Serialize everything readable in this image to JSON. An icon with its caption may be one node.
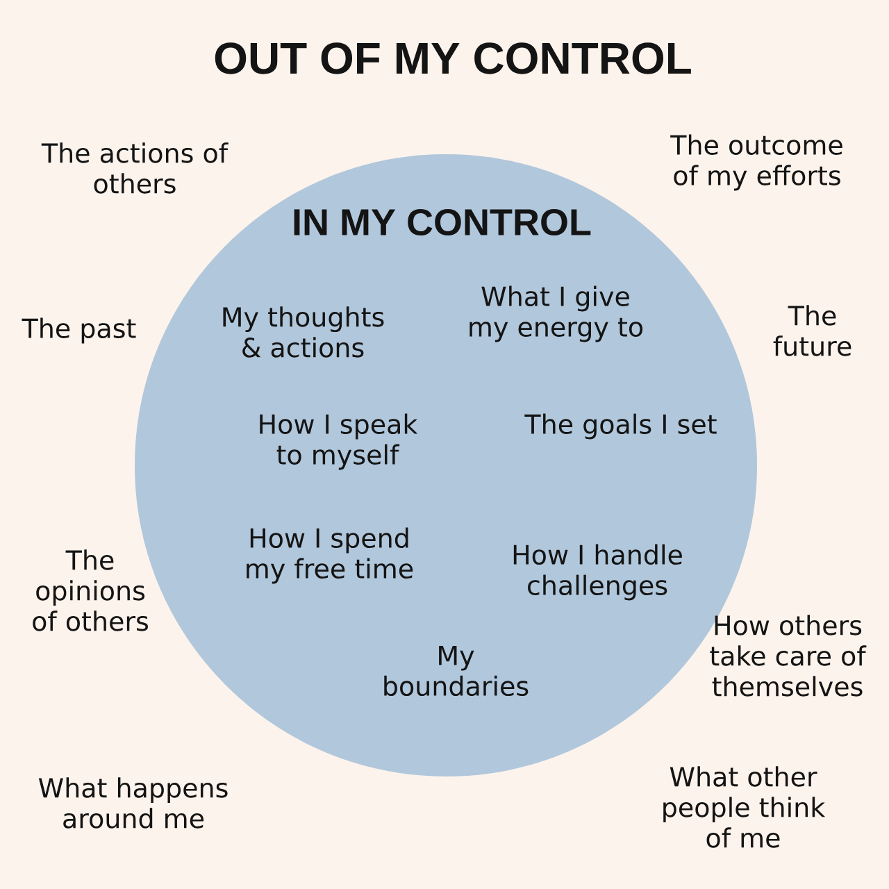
{
  "diagram": {
    "title": "OUT OF MY CONTROL",
    "nodes": [
      {
        "text": [
          "IN MY CONTROL",
          "My thoughts & actions",
          "What I give my energy to",
          "How I speak to myself",
          "The goals I set",
          "How I spend my free time",
          "How I handle challenges",
          "My boundaries"
        ]
      }
    ],
    "labels": [
      "The actions of others",
      "The outcome of my efforts",
      "The past",
      "The future",
      "The opinions of others",
      "How others take care of themselves",
      "What happens around me",
      "What other people think of me"
    ]
  }
}
